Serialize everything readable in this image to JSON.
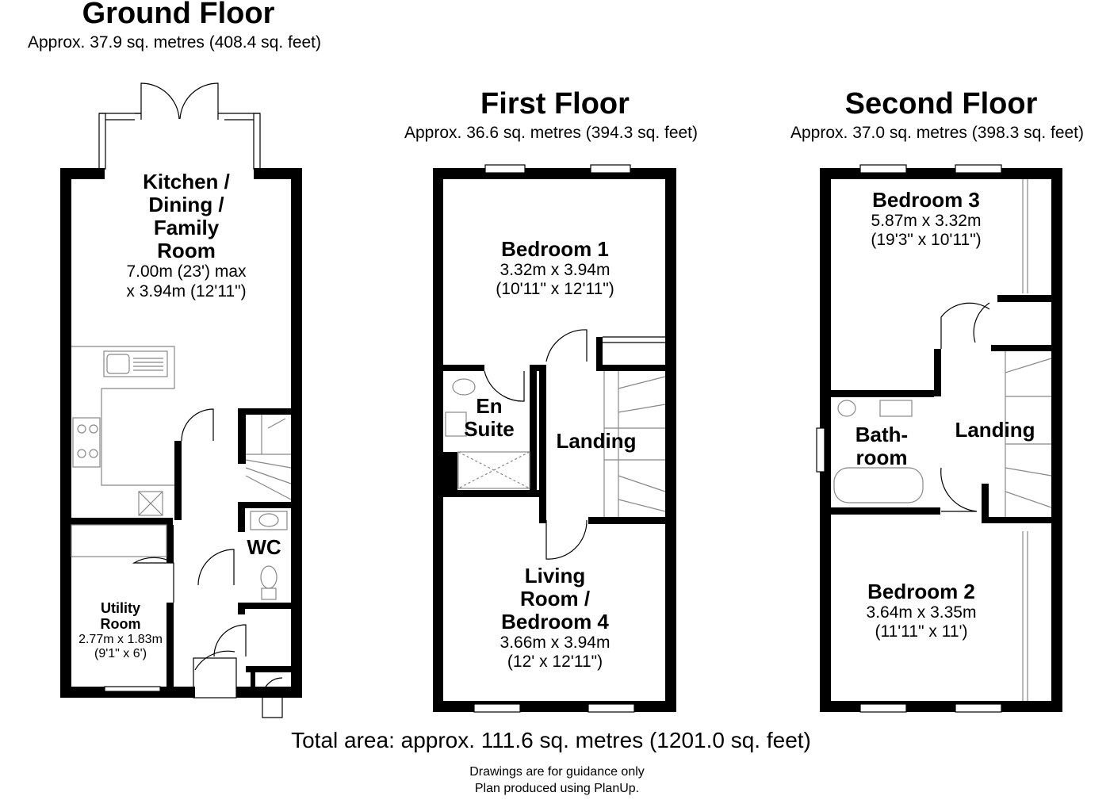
{
  "floors": [
    {
      "title": "Ground Floor",
      "area": "Approx. 37.9 sq. metres (408.4 sq. feet)",
      "rooms": [
        {
          "name": [
            "Kitchen /",
            "Dining /",
            "Family",
            "Room"
          ],
          "dims": [
            "7.00m (23') max",
            "x 3.94m (12'11\")"
          ]
        },
        {
          "name": [
            "Utility",
            "Room"
          ],
          "dims": [
            "2.77m x 1.83m",
            "(9'1\" x 6')"
          ]
        },
        {
          "name": [
            "WC"
          ],
          "dims": []
        }
      ]
    },
    {
      "title": "First Floor",
      "area": "Approx. 36.6 sq. metres (394.3 sq. feet)",
      "rooms": [
        {
          "name": [
            "Bedroom 1"
          ],
          "dims": [
            "3.32m x 3.94m",
            "(10'11\" x 12'11\")"
          ]
        },
        {
          "name": [
            "En",
            "Suite"
          ],
          "dims": []
        },
        {
          "name": [
            "Landing"
          ],
          "dims": []
        },
        {
          "name": [
            "Living",
            "Room /",
            "Bedroom 4"
          ],
          "dims": [
            "3.66m x 3.94m",
            "(12' x 12'11\")"
          ]
        }
      ]
    },
    {
      "title": "Second Floor",
      "area": "Approx. 37.0 sq. metres (398.3 sq. feet)",
      "rooms": [
        {
          "name": [
            "Bedroom 3"
          ],
          "dims": [
            "5.87m x 3.32m",
            "(19'3\" x 10'11\")"
          ]
        },
        {
          "name": [
            "Bath-",
            "room"
          ],
          "dims": []
        },
        {
          "name": [
            "Landing"
          ],
          "dims": []
        },
        {
          "name": [
            "Bedroom 2"
          ],
          "dims": [
            "3.64m x 3.35m",
            "(11'11\" x 11')"
          ]
        }
      ]
    }
  ],
  "total_area": "Total area: approx. 111.6 sq. metres (1201.0 sq. feet)",
  "notes": [
    "Drawings are for guidance only",
    "Plan produced using PlanUp."
  ],
  "colors": {
    "wall": "#000000",
    "fixture": "#888888",
    "background": "#ffffff"
  }
}
